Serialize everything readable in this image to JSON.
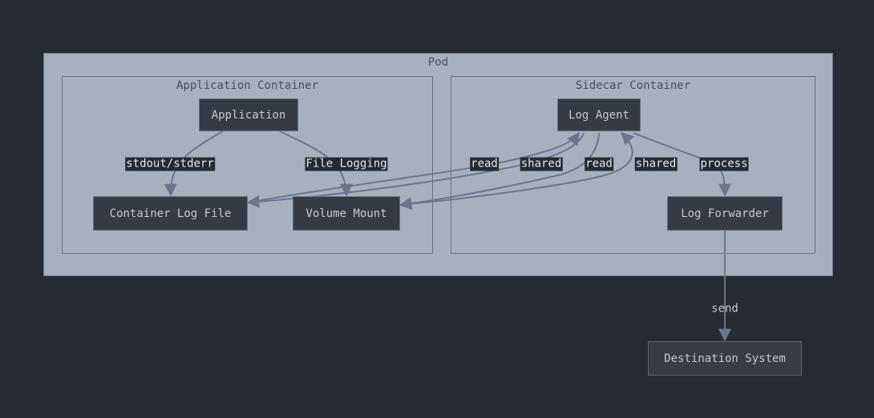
{
  "diagram": {
    "clusters": {
      "pod": "Pod",
      "app_container": "Application Container",
      "sidecar_container": "Sidecar Container"
    },
    "nodes": {
      "application": "Application",
      "container_log_file": "Container Log File",
      "volume_mount": "Volume Mount",
      "log_agent": "Log Agent",
      "log_forwarder": "Log Forwarder",
      "destination_system": "Destination System"
    },
    "edges": {
      "stdout_stderr": "stdout/stderr",
      "file_logging": "File Logging",
      "read_1": "read",
      "shared_1": "shared",
      "read_2": "read",
      "shared_2": "shared",
      "process": "process",
      "send": "send"
    }
  },
  "colors": {
    "background": "#262a33",
    "cluster_fill": "#a8b0bf",
    "node_fill": "#353a45",
    "edge": "#6b7590",
    "text_light": "#c3c8d2"
  }
}
